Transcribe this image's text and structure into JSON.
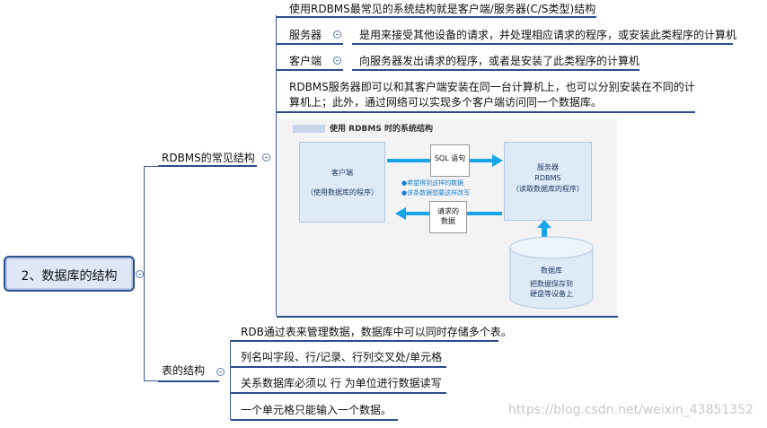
{
  "root": {
    "label": "2、数据库的结构"
  },
  "branches": [
    {
      "label": "RDBMS的常见结构",
      "items": [
        {
          "text": "使用RDBMS最常见的系统结构就是客户端/服务器(C/S类型)结构"
        },
        {
          "term": "服务器",
          "definition": "是用来接受其他设备的请求，并处理相应请求的程序，或安装此类程序的计算机"
        },
        {
          "term": "客户端",
          "definition": "向服务器发出请求的程序，或者是安装了此类程序的计算机"
        },
        {
          "text_line1": "RDBMS服务器即可以和其客户端安装在同一台计算机上，也可以分别安装在不同的计",
          "text_line2": "算机上；此外，通过网络可以实现多个客户端访问同一个数据库。"
        }
      ],
      "figure": {
        "title": "使用 RDBMS 时的系统结构",
        "client": {
          "title": "客户端",
          "sub": "（使用数据库的程序）"
        },
        "server": {
          "title": "服务器",
          "name": "RDBMS",
          "sub": "（读取数据库的程序）"
        },
        "sql_doc": "SQL 语句",
        "request_doc_line1": "请求的",
        "request_doc_line2": "数据",
        "bullets": [
          "●希望得到这样的数据",
          "●该条数据想要这样改写"
        ],
        "db": {
          "title": "数据库",
          "line1": "把数据保存到",
          "line2": "硬盘等设备上"
        }
      }
    },
    {
      "label": "表的结构",
      "items": [
        "RDB通过表来管理数据，数据库中可以同时存储多个表。",
        "列名叫字段、行/记录、行列交叉处/单元格",
        "关系数据库必须以 行 为单位进行数据读写",
        "一个单元格只能输入一个数据。"
      ]
    }
  ],
  "watermark": "https://blog.csdn.net/weixin_43851352"
}
